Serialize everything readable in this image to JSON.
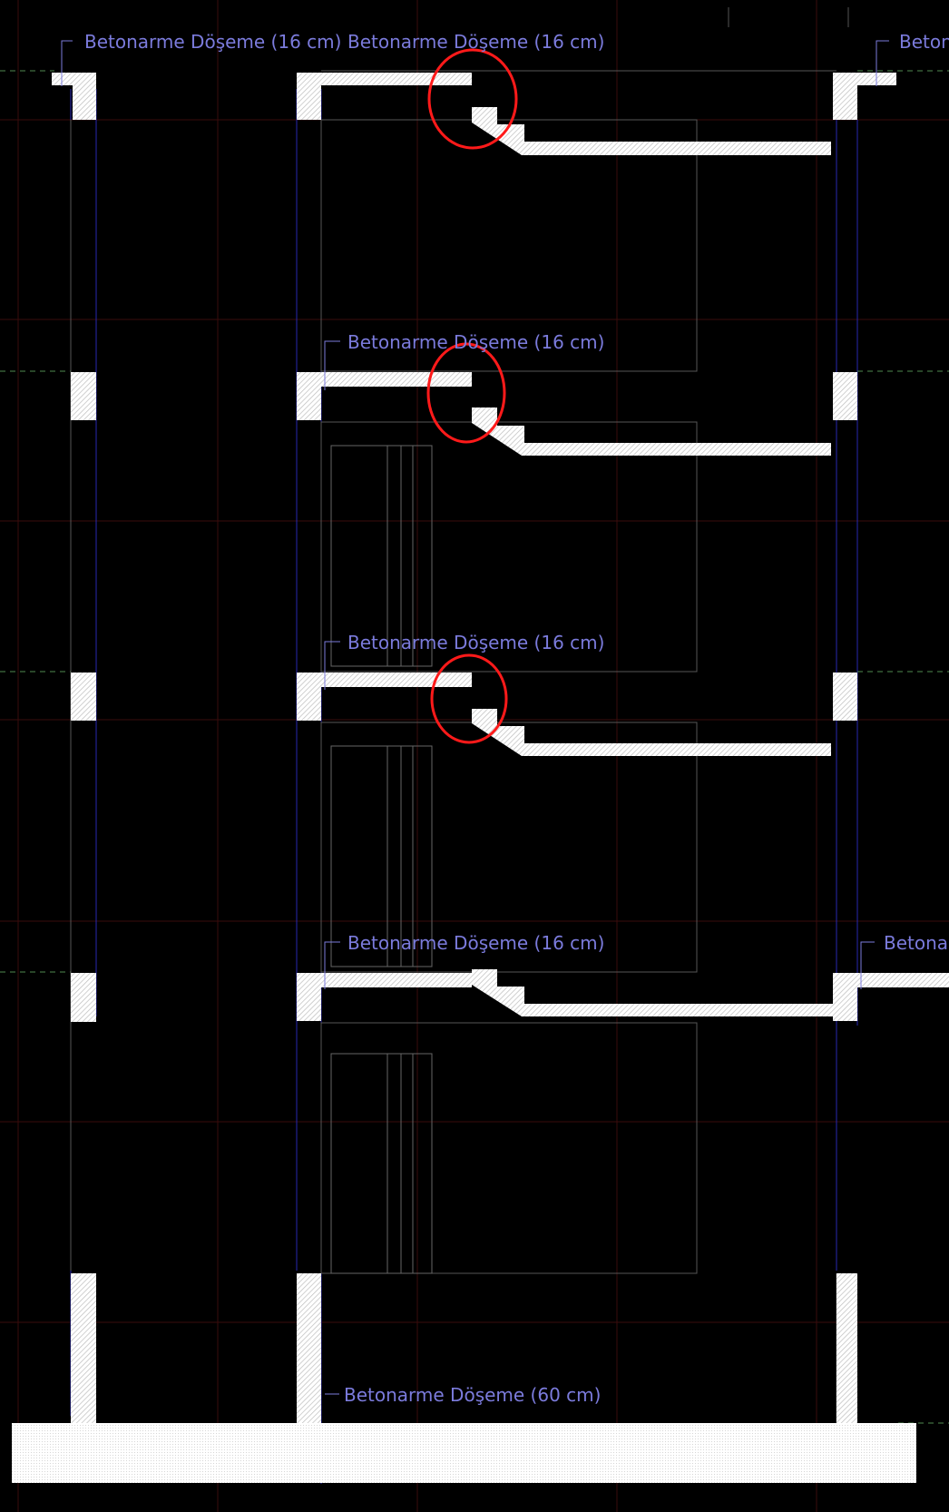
{
  "labels": {
    "slab_16_a": "Betonarme Döşeme (16 cm)",
    "slab_16_b": "Betonarme Döşeme (16 cm)",
    "slab_16_right_top": "Beton",
    "slab_16_c": "Betonarme Döşeme (16 cm)",
    "slab_16_d": "Betonarme Döşeme (16 cm)",
    "slab_16_e": "Betonarme Döşeme (16 cm)",
    "slab_16_right_bottom": "Betona",
    "slab_60": "Betonarme Döşeme (60 cm)"
  },
  "colors": {
    "background": "#000000",
    "label": "#7b7bdc",
    "solid": "#ffffff",
    "hatch": "#cfcfcf",
    "axis_blue": "#2626b4",
    "axis_red": "#4a1010",
    "grey_line": "#555555",
    "green_dash": "#4f8a4f",
    "highlight": "#ff1a1a"
  }
}
